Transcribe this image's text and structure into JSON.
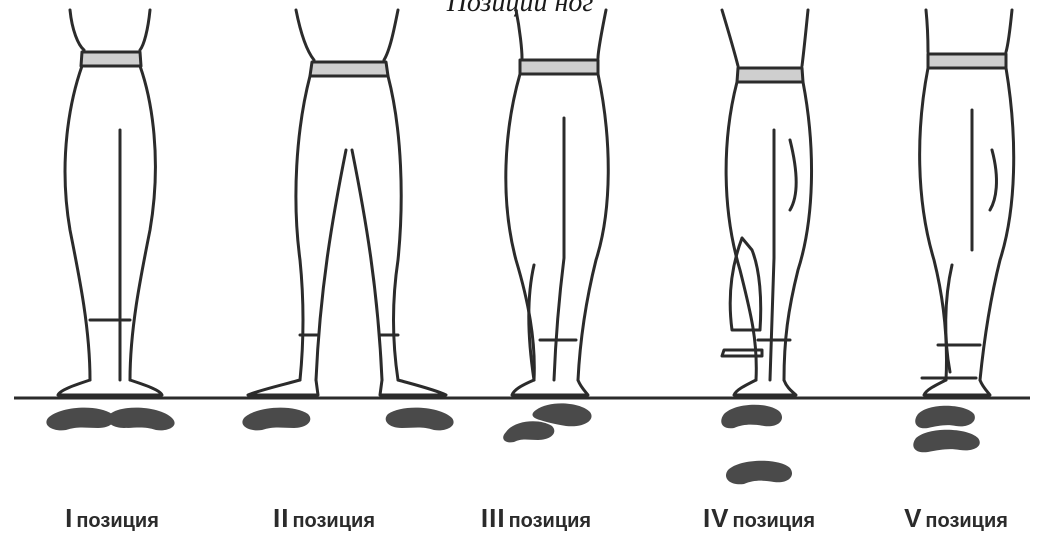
{
  "title": "Позиции ног",
  "colors": {
    "ink": "#2b2b2b",
    "fill": "#4a4a4a",
    "paper": "#ffffff"
  },
  "positions": [
    {
      "numeral": "I",
      "label": "позиция"
    },
    {
      "numeral": "II",
      "label": "позиция"
    },
    {
      "numeral": "III",
      "label": "позиция"
    },
    {
      "numeral": "IV",
      "label": "позиция"
    },
    {
      "numeral": "V",
      "label": "позиция"
    }
  ]
}
